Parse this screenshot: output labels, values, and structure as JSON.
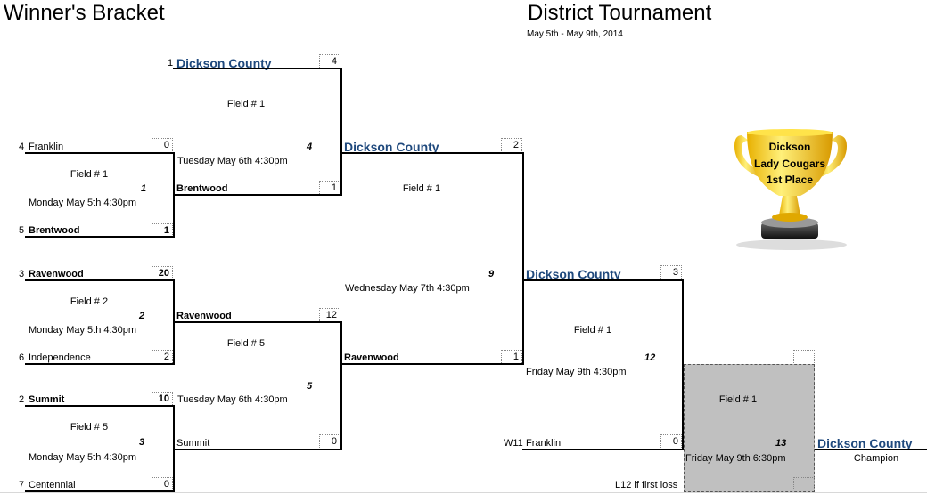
{
  "header": {
    "left_title": "Winner's Bracket",
    "right_title": "District Tournament",
    "dates": "May 5th - May 9th, 2014"
  },
  "trophy": {
    "line1": "Dickson",
    "line2": "Lady Cougars",
    "line3": "1st Place",
    "color": "#f2c200"
  },
  "round1": [
    {
      "seed": "1",
      "team": "Dickson County",
      "score": "4"
    },
    {
      "seed": "4",
      "team": "Franklin",
      "score": "0"
    },
    {
      "seed": "5",
      "team": "Brentwood",
      "score": "1"
    },
    {
      "seed": "3",
      "team": "Ravenwood",
      "score": "20"
    },
    {
      "seed": "6",
      "team": "Independence",
      "score": "2"
    },
    {
      "seed": "2",
      "team": "Summit",
      "score": "10"
    },
    {
      "seed": "7",
      "team": "Centennial",
      "score": "0"
    }
  ],
  "games": {
    "g1": {
      "num": "1",
      "field": "Field # 1",
      "time": "Monday May 5th 4:30pm"
    },
    "g2": {
      "num": "2",
      "field": "Field # 2",
      "time": "Monday May 5th 4:30pm"
    },
    "g3": {
      "num": "3",
      "field": "Field # 5",
      "time": "Monday May 5th 4:30pm"
    },
    "g4": {
      "num": "4",
      "field": "Field # 1",
      "time": "Tuesday May 6th 4:30pm"
    },
    "g5": {
      "num": "5",
      "field": "Field # 5",
      "time": "Tuesday May 6th 4:30pm"
    },
    "g9": {
      "num": "9",
      "field": "Field # 1",
      "time": "Wednesday  May 7th 4:30pm"
    },
    "g12": {
      "num": "12",
      "field": "Field # 1",
      "time": "Friday May 9th 4:30pm"
    },
    "g13": {
      "num": "13",
      "field": "Field # 1",
      "time": "Friday May 9th 6:30pm"
    }
  },
  "round2": [
    {
      "team": "Brentwood",
      "score": "1"
    },
    {
      "team": "Ravenwood",
      "score": "12"
    },
    {
      "team": "Summit",
      "score": "0"
    }
  ],
  "round3": [
    {
      "team": "Dickson County",
      "score": "2"
    },
    {
      "team": "Ravenwood",
      "score": "1"
    }
  ],
  "round4": [
    {
      "team": "Dickson County",
      "score": "3"
    },
    {
      "seed": "W11",
      "team": "Franklin",
      "score": "0"
    }
  ],
  "final": {
    "note": "L12 if first loss",
    "champion_team": "Dickson County",
    "champion_label": "Champion"
  }
}
